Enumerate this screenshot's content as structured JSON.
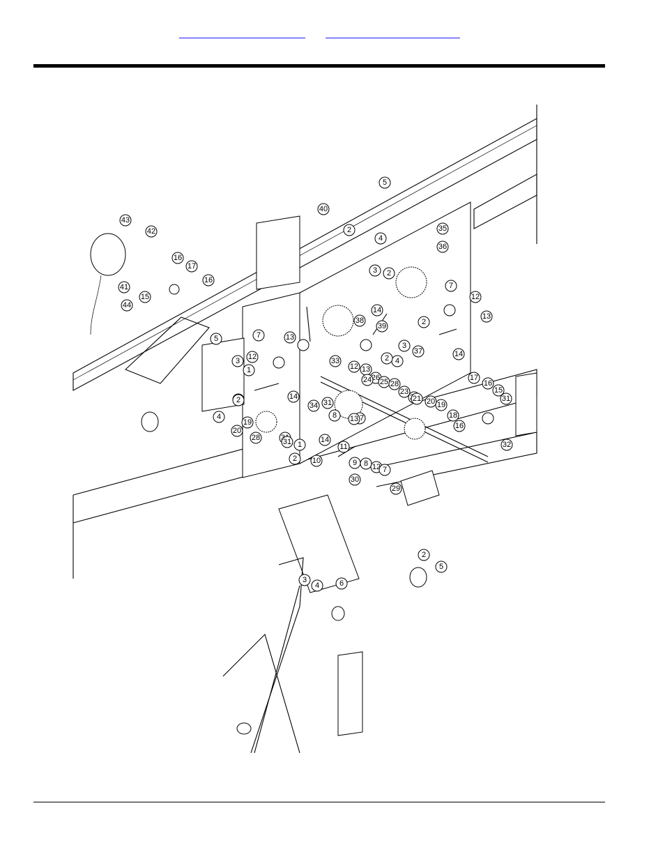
{
  "header": {
    "links": [
      {
        "label": ""
      },
      {
        "label": ""
      }
    ]
  },
  "diagram": {
    "callouts": [
      "43",
      "42",
      "41",
      "44",
      "15",
      "16",
      "17",
      "16",
      "40",
      "2",
      "4",
      "5",
      "35",
      "36",
      "3",
      "2",
      "7",
      "12",
      "13",
      "14",
      "38",
      "39",
      "2",
      "37",
      "3",
      "4",
      "2",
      "13",
      "12",
      "14",
      "5",
      "7",
      "13",
      "12",
      "3",
      "1",
      "2",
      "14",
      "2",
      "4",
      "20",
      "19",
      "28",
      "31",
      "33",
      "34",
      "31",
      "27",
      "26",
      "25",
      "28",
      "24",
      "23",
      "22",
      "21",
      "20",
      "19",
      "18",
      "16",
      "17",
      "16",
      "15",
      "31",
      "32",
      "13",
      "8",
      "14",
      "11",
      "10",
      "9",
      "8",
      "12",
      "7",
      "30",
      "29",
      "31",
      "1",
      "2",
      "3",
      "4",
      "6",
      "2",
      "5"
    ]
  }
}
